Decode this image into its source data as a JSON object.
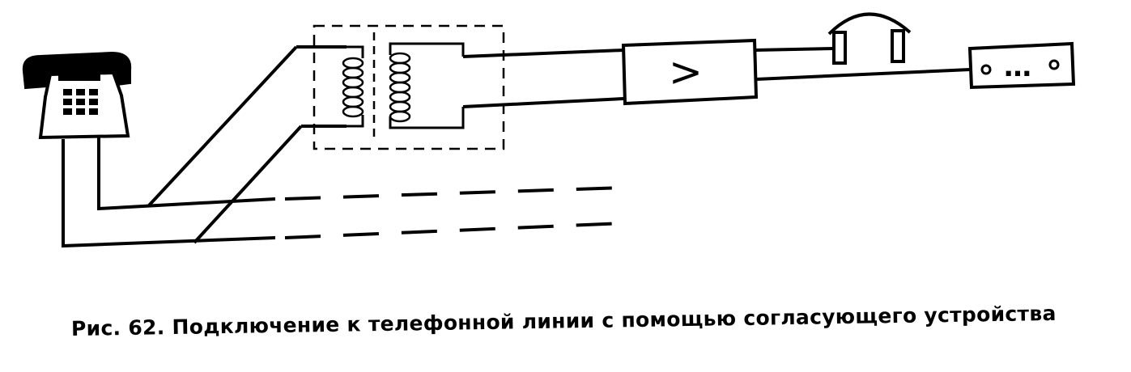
{
  "figure": {
    "caption": "Рис. 62. Подключение к телефонной линии с помощью согласующего устройства",
    "amplifier_symbol": ">",
    "device_dots": "…"
  },
  "components": {
    "telephone": "telephone-icon",
    "transformer": "transformer-icon",
    "amplifier": "amplifier-block",
    "headphones": "headphones-icon",
    "recorder": "recorder-device"
  }
}
